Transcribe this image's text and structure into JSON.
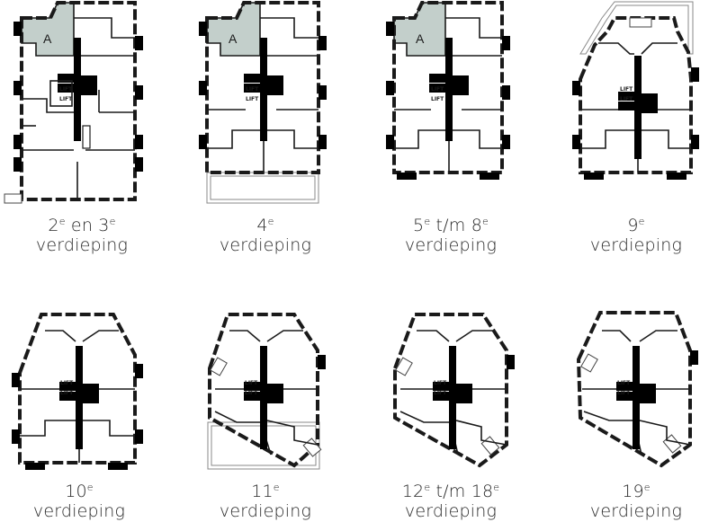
{
  "plans": [
    {
      "id": "p1",
      "unit_label": "A",
      "caption": {
        "num": "2",
        "sup": "e",
        "mid": " en 3",
        "sup2": "e",
        "word": "verdieping"
      }
    },
    {
      "id": "p2",
      "unit_label": "A",
      "caption": {
        "num": "4",
        "sup": "e",
        "mid": "",
        "sup2": "",
        "word": "verdieping"
      }
    },
    {
      "id": "p3",
      "unit_label": "A",
      "caption": {
        "num": "5",
        "sup": "e",
        "mid": " t/m 8",
        "sup2": "e",
        "word": "verdieping"
      }
    },
    {
      "id": "p4",
      "caption": {
        "num": "9",
        "sup": "e",
        "mid": "",
        "sup2": "",
        "word": "verdieping"
      }
    },
    {
      "id": "p5",
      "caption": {
        "num": "10",
        "sup": "e",
        "mid": "",
        "sup2": "",
        "word": "verdieping"
      }
    },
    {
      "id": "p6",
      "caption": {
        "num": "11",
        "sup": "e",
        "mid": "",
        "sup2": "",
        "word": "verdieping"
      }
    },
    {
      "id": "p7",
      "caption": {
        "num": "12",
        "sup": "e",
        "mid": " t/m 18",
        "sup2": "e",
        "word": "verdieping"
      }
    },
    {
      "id": "p8",
      "caption": {
        "num": "19",
        "sup": "e",
        "mid": "",
        "sup2": "",
        "word": "verdieping"
      }
    }
  ],
  "core": {
    "lift_label_1": "LIFT",
    "lift_label_2": "LIFT"
  },
  "colors": {
    "unit_highlight": "#c3cfcb",
    "wall": "#1a1a1a",
    "terrace": "#888888"
  }
}
